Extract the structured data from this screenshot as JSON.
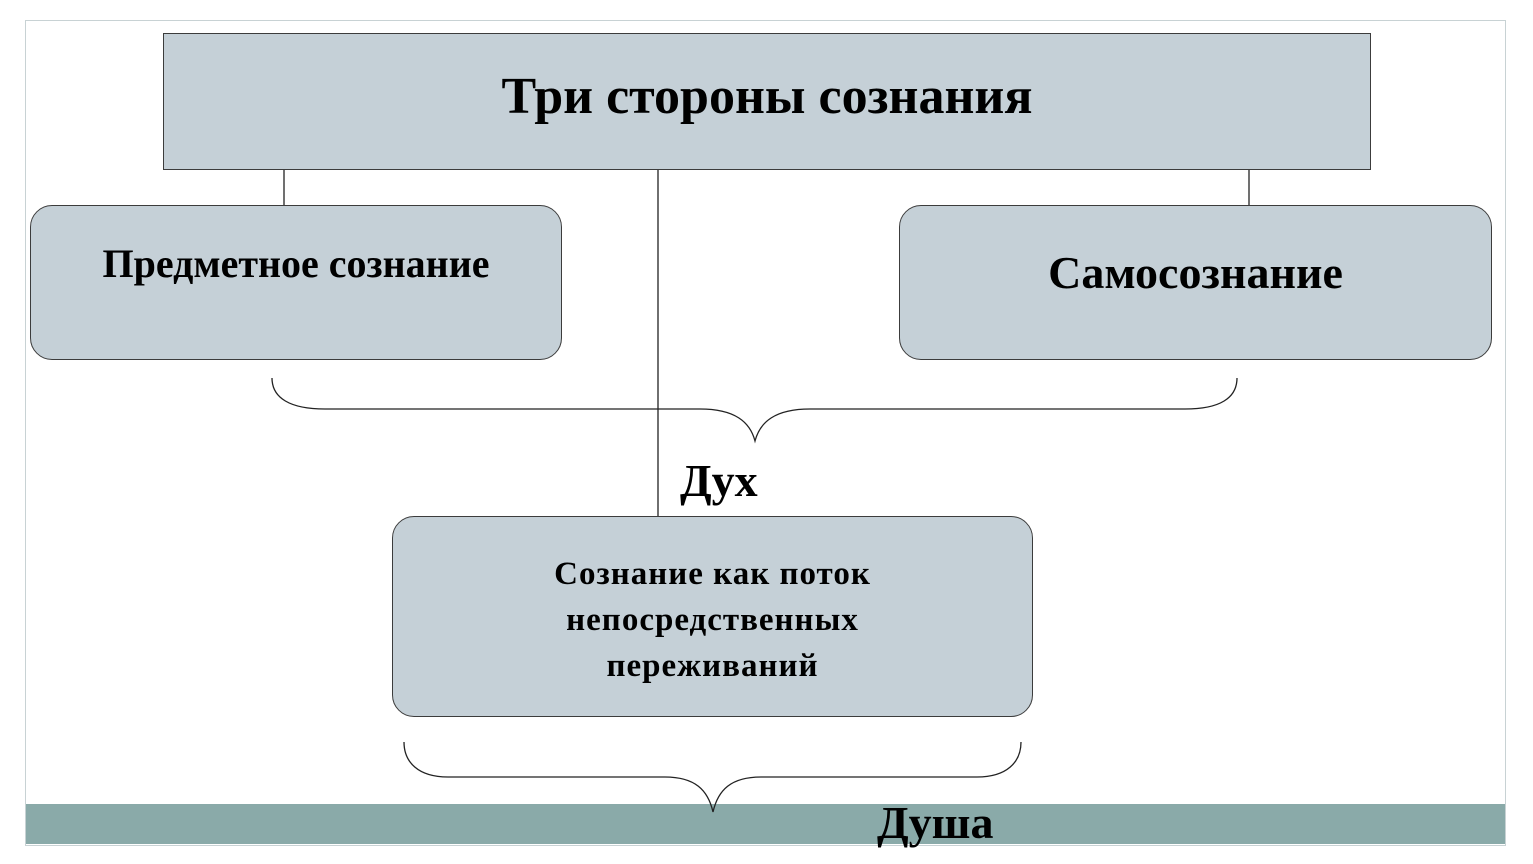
{
  "diagram": {
    "title": "Три стороны сознания",
    "left_node": "Предметное сознание",
    "right_node": "Самосознание",
    "center_node": {
      "lines": [
        "Сознание как поток",
        "непосредственных",
        "переживаний"
      ]
    },
    "upper_brace_label": "Дух",
    "lower_brace_label": "Душа"
  },
  "colors": {
    "box_fill": "#c5d0d7",
    "box_border": "#3c3c3c",
    "bottom_bar": "#8aaaa9"
  }
}
